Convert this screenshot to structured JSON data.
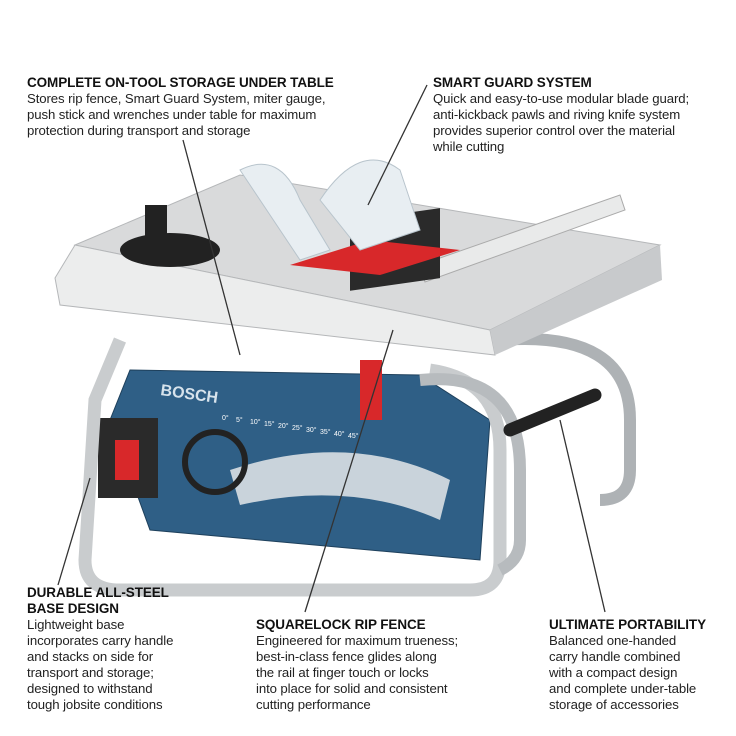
{
  "callouts": {
    "storage": {
      "title": "COMPLETE ON-TOOL STORAGE UNDER TABLE",
      "lines": [
        "Stores rip fence, Smart Guard System, miter gauge,",
        "push stick and wrenches under table for maximum",
        "protection during transport and storage"
      ]
    },
    "guard": {
      "title": "SMART GUARD SYSTEM",
      "lines": [
        "Quick and easy-to-use modular blade guard;",
        "anti-kickback pawls and riving knife system",
        "provides superior control over the material",
        "while cutting"
      ]
    },
    "base": {
      "title_lines": [
        "DURABLE ALL-STEEL",
        "BASE DESIGN"
      ],
      "lines": [
        "Lightweight base",
        "incorporates carry handle",
        "and stacks on side for",
        "transport and storage;",
        "designed to withstand",
        "tough jobsite conditions"
      ]
    },
    "fence": {
      "title": "SQUARELOCK RIP FENCE",
      "lines": [
        "Engineered for maximum trueness;",
        "best-in-class fence glides along",
        "the rail at finger touch or locks",
        "into place for solid and consistent",
        "cutting performance"
      ]
    },
    "portability": {
      "title": "ULTIMATE PORTABILITY",
      "lines": [
        "Balanced one-handed",
        "carry handle combined",
        "with a compact design",
        "and complete under-table",
        "storage of accessories"
      ]
    }
  },
  "product": {
    "brand": "BOSCH",
    "bevel_scale": [
      "0°",
      "5°",
      "10°",
      "15°",
      "20°",
      "25°",
      "30°",
      "35°",
      "40°",
      "45°"
    ]
  },
  "colors": {
    "body_blue": "#2f5f86",
    "accent_red": "#d8282a",
    "frame": "#c9ccce",
    "table": "#d9dadb"
  }
}
